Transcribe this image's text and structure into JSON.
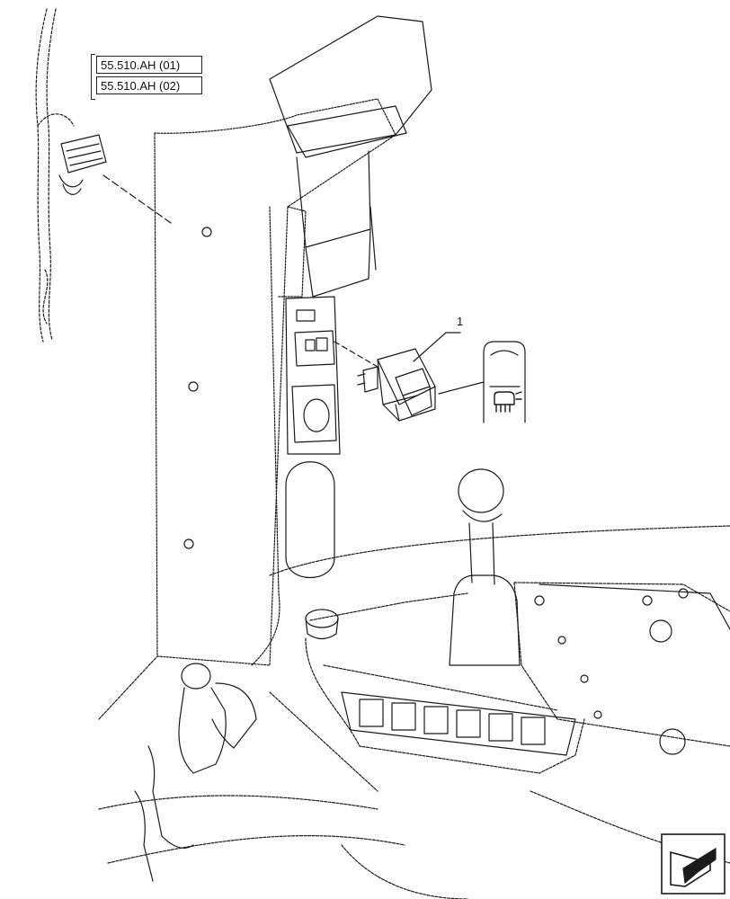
{
  "references": [
    "55.510.AH (01)",
    "55.510.AH (02)"
  ],
  "callout_number": "1",
  "icons": {
    "switch_symbol": "work-light-icon",
    "navigation": "navigation-arrow-icon"
  },
  "colors": {
    "line": "#1a1a1a",
    "background": "#ffffff"
  }
}
